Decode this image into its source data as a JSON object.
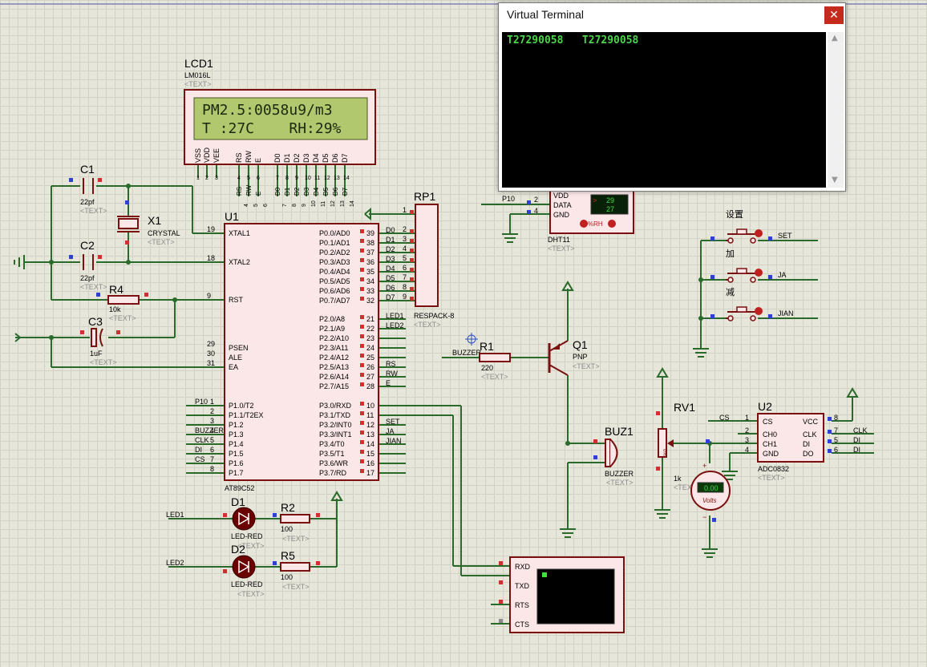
{
  "lcd": {
    "ref": "LCD1",
    "model": "LM016L",
    "text_tag": "<TEXT>",
    "line1": "PM2.5:0058u9/m3",
    "line2": "T :27C    RH:29%",
    "pins": [
      "VSS",
      "VDD",
      "VEE",
      "RS",
      "RW",
      "E",
      "D0",
      "D1",
      "D2",
      "D3",
      "D4",
      "D5",
      "D6",
      "D7"
    ],
    "pin_numbers": [
      "1",
      "2",
      "3",
      "4",
      "5",
      "6",
      "7",
      "8",
      "9",
      "10",
      "11",
      "12",
      "13",
      "14"
    ],
    "nets": [
      "RS",
      "RW",
      "E",
      "D0",
      "D1",
      "D2",
      "D3",
      "D4",
      "D5",
      "D6",
      "D7"
    ],
    "pin_net_numbers": [
      "4",
      "5",
      "6",
      "7",
      "8",
      "9",
      "10",
      "11",
      "12",
      "13",
      "14"
    ]
  },
  "mcu": {
    "ref": "U1",
    "model": "AT89C52",
    "left_pins": [
      {
        "num": "19",
        "name": "XTAL1"
      },
      {
        "num": "18",
        "name": "XTAL2"
      },
      {
        "num": "9",
        "name": "RST"
      },
      {
        "num": "29",
        "name": "PSEN"
      },
      {
        "num": "30",
        "name": "ALE"
      },
      {
        "num": "31",
        "name": "EA"
      }
    ],
    "p1_pins": [
      {
        "num": "1",
        "name": "P1.0/T2",
        "net": "P10"
      },
      {
        "num": "2",
        "name": "P1.1/T2EX",
        "net": ""
      },
      {
        "num": "3",
        "name": "P1.2",
        "net": ""
      },
      {
        "num": "4",
        "name": "P1.3",
        "net": "BUZZER"
      },
      {
        "num": "5",
        "name": "P1.4",
        "net": "CLK"
      },
      {
        "num": "6",
        "name": "P1.5",
        "net": "DI"
      },
      {
        "num": "7",
        "name": "P1.6",
        "net": "CS"
      },
      {
        "num": "8",
        "name": "P1.7",
        "net": ""
      }
    ],
    "p0_pins": [
      {
        "num": "39",
        "name": "P0.0/AD0",
        "net": "D0"
      },
      {
        "num": "38",
        "name": "P0.1/AD1",
        "net": "D1"
      },
      {
        "num": "37",
        "name": "P0.2/AD2",
        "net": "D2"
      },
      {
        "num": "36",
        "name": "P0.3/AD3",
        "net": "D3"
      },
      {
        "num": "35",
        "name": "P0.4/AD4",
        "net": "D4"
      },
      {
        "num": "34",
        "name": "P0.5/AD5",
        "net": "D5"
      },
      {
        "num": "33",
        "name": "P0.6/AD6",
        "net": "D6"
      },
      {
        "num": "32",
        "name": "P0.7/AD7",
        "net": "D7"
      }
    ],
    "p2_pins": [
      {
        "num": "21",
        "name": "P2.0/A8",
        "net": "LED1"
      },
      {
        "num": "22",
        "name": "P2.1/A9",
        "net": "LED2"
      },
      {
        "num": "23",
        "name": "P2.2/A10",
        "net": ""
      },
      {
        "num": "24",
        "name": "P2.3/A11",
        "net": ""
      },
      {
        "num": "25",
        "name": "P2.4/A12",
        "net": ""
      },
      {
        "num": "26",
        "name": "P2.5/A13",
        "net": "RS"
      },
      {
        "num": "27",
        "name": "P2.6/A14",
        "net": "RW"
      },
      {
        "num": "28",
        "name": "P2.7/A15",
        "net": "E"
      }
    ],
    "p3_pins": [
      {
        "num": "10",
        "name": "P3.0/RXD",
        "net": ""
      },
      {
        "num": "11",
        "name": "P3.1/TXD",
        "net": ""
      },
      {
        "num": "12",
        "name": "P3.2/INT0",
        "net": "SET"
      },
      {
        "num": "13",
        "name": "P3.3/INT1",
        "net": "JA"
      },
      {
        "num": "14",
        "name": "P3.4/T0",
        "net": "JIAN"
      },
      {
        "num": "15",
        "name": "P3.5/T1",
        "net": ""
      },
      {
        "num": "16",
        "name": "P3.6/WR",
        "net": ""
      },
      {
        "num": "17",
        "name": "P3.7/RD",
        "net": ""
      }
    ]
  },
  "rp1": {
    "ref": "RP1",
    "model": "RESPACK-8",
    "text_tag": "<TEXT>",
    "pin_numbers": [
      "1",
      "2",
      "3",
      "4",
      "5",
      "6",
      "7",
      "8",
      "9"
    ]
  },
  "c1": {
    "ref": "C1",
    "value": "22pf",
    "text_tag": "<TEXT>"
  },
  "c2": {
    "ref": "C2",
    "value": "22pf",
    "text_tag": "<TEXT>"
  },
  "c3": {
    "ref": "C3",
    "value": "1uF",
    "text_tag": "<TEXT>"
  },
  "x1": {
    "ref": "X1",
    "model": "CRYSTAL",
    "text_tag": "<TEXT>"
  },
  "r4": {
    "ref": "R4",
    "value": "10k",
    "text_tag": "<TEXT>"
  },
  "r1": {
    "ref": "R1",
    "value": "220",
    "net": "BUZZER",
    "text_tag": "<TEXT>"
  },
  "q1": {
    "ref": "Q1",
    "model": "PNP",
    "text_tag": "<TEXT>"
  },
  "buz1": {
    "ref": "BUZ1",
    "model": "BUZZER",
    "text_tag": "<TEXT>"
  },
  "d1": {
    "ref": "D1",
    "model": "LED-RED",
    "net": "LED1",
    "text_tag": "<TEXT>"
  },
  "d2": {
    "ref": "D2",
    "model": "LED-RED",
    "net": "LED2",
    "text_tag": "<TEXT>"
  },
  "r2": {
    "ref": "R2",
    "value": "100",
    "text_tag": "<TEXT>"
  },
  "r5": {
    "ref": "R5",
    "value": "100",
    "text_tag": "<TEXT>"
  },
  "dht11": {
    "ref": "DHT11",
    "text_tag": "<TEXT>",
    "net": "P10",
    "pins": [
      {
        "num": "2",
        "name": "VDD"
      },
      {
        "num": "",
        "name": "DATA"
      },
      {
        "num": "4",
        "name": "GND"
      }
    ],
    "humidity": "29",
    "temperature": "27",
    "unit_label": "%RH",
    "arrow": ">"
  },
  "buttons": [
    {
      "label": "设置",
      "net": "SET"
    },
    {
      "label": "加",
      "net": "JA"
    },
    {
      "label": "减",
      "net": "JIAN"
    }
  ],
  "rv1": {
    "ref": "RV1",
    "value": "1k",
    "text_tag": "<TEXT>",
    "percent": "0%"
  },
  "u2": {
    "ref": "U2",
    "model": "ADC0832",
    "text_tag": "<TEXT>",
    "left_pins": [
      {
        "num": "1",
        "name": "CS",
        "net": "CS"
      },
      {
        "num": "2",
        "name": "CH0",
        "net": ""
      },
      {
        "num": "3",
        "name": "CH1",
        "net": ""
      },
      {
        "num": "4",
        "name": "GND",
        "net": ""
      }
    ],
    "right_pins": [
      {
        "num": "8",
        "name": "VCC",
        "net": ""
      },
      {
        "num": "7",
        "name": "CLK",
        "net": "CLK"
      },
      {
        "num": "5",
        "name": "DI",
        "net": "DI"
      },
      {
        "num": "6",
        "name": "DO",
        "net": "DI"
      }
    ]
  },
  "voltmeter": {
    "reading": "0.00",
    "unit": "Volts",
    "plus": "+",
    "minus": "−"
  },
  "vt_device": {
    "pins": [
      "RXD",
      "TXD",
      "RTS",
      "CTS"
    ]
  },
  "terminal": {
    "title": "Virtual Terminal",
    "close": "✕",
    "line": "T27290058   T27290058",
    "scroll_up": "▲",
    "scroll_down": "▼"
  },
  "colors": {
    "wire": "#2a6a2a",
    "body": "#fbe7e7",
    "outline": "#7a1010",
    "lcd_bg": "#b1c86e",
    "pin_dot_red": "#d03030",
    "pin_dot_blue": "#3040d0",
    "dark_text": "#000000"
  }
}
